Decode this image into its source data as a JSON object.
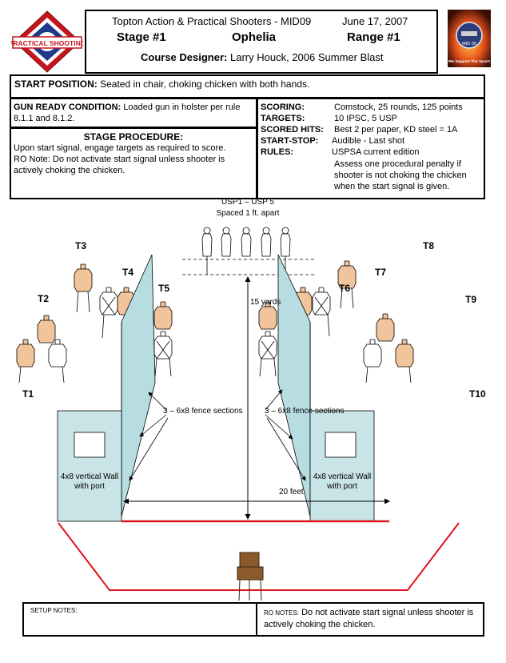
{
  "header": {
    "org_line": "Topton Action & Practical Shooters - MID09",
    "date": "June 17, 2007",
    "stage": "Stage #1",
    "stage_name": "Ophelia",
    "range": "Range #1",
    "designer_label": "Course Designer:",
    "designer_value": "Larry Houck, 2006 Summer Blast"
  },
  "logos": {
    "left_text": "PRACTICAL SHOOTING",
    "right_text": "We Support The Sport!",
    "right_badge": "MID 09"
  },
  "start_position": {
    "label": "START POSITION:",
    "value": "Seated in chair, choking chicken with both hands."
  },
  "gun_ready": {
    "label": "GUN READY CONDITION:",
    "value": "Loaded gun in holster per rule 8.1.1 and 8.1.2."
  },
  "procedure": {
    "title": "STAGE PROCEDURE:",
    "line1": "Upon start signal, engage targets as required to score.",
    "line2": "RO Note:  Do not activate start signal unless shooter is actively choking the chicken."
  },
  "scoring": {
    "scoring_label": "SCORING:",
    "scoring_value": "Comstock, 25 rounds, 125 points",
    "targets_label": "TARGETS:",
    "targets_value": "10 IPSC, 5 USP",
    "hits_label": "SCORED HITS:",
    "hits_value": "Best 2 per paper, KD steel = 1A",
    "stop_label": "START-STOP:",
    "stop_value": "Audible - Last shot",
    "rules_label": "RULES:",
    "rules_value": "USPSA current edition",
    "penalty_text": "Assess one procedural penalty if shooter is not choking the chicken when the start signal is given."
  },
  "diagram": {
    "usp_label": "USP1 – USP 5",
    "spacing_label": "Spaced 1 ft. apart",
    "distance_label": "15 yards",
    "fence_left": "3 – 6x8 fence sections",
    "fence_right": "3 – 6x8 fence sections",
    "wall_left": "4x8 vertical Wall with port",
    "wall_right": "4x8 vertical Wall with port",
    "width_label": "20 feet",
    "targets": {
      "t1": "T1",
      "t2": "T2",
      "t3": "T3",
      "t4": "T4",
      "t5": "T5",
      "t6": "T6",
      "t7": "T7",
      "t8": "T8",
      "t9": "T9",
      "t10": "T10"
    },
    "colors": {
      "target_fill": "#f2c49b",
      "fence_fill": "#b7dde3",
      "wall_fill": "#c9e4e6",
      "boundary": "#e0141c",
      "chair": "#8b5a2b"
    }
  },
  "footer": {
    "setup_label": "SETUP NOTES:",
    "ro_label": "RO NOTES:",
    "ro_value": "Do not activate start signal unless shooter is actively choking the chicken."
  }
}
